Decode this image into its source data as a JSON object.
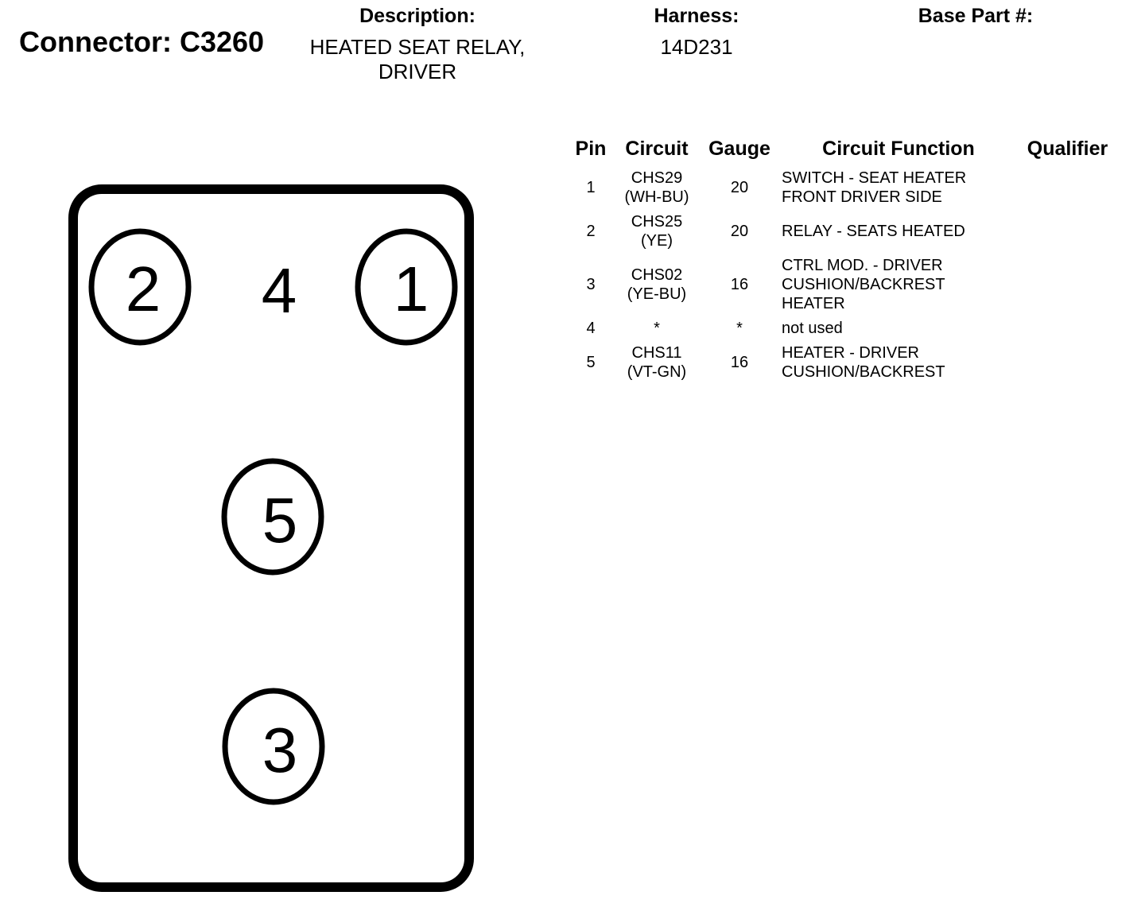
{
  "header": {
    "connector_title": "Connector: C3260",
    "description_label": "Description:",
    "description_lines": [
      "HEATED SEAT RELAY,",
      "DRIVER"
    ],
    "harness_label": "Harness:",
    "harness_value": "14D231",
    "base_part_label": "Base Part #:"
  },
  "table": {
    "headers": {
      "pin": "Pin",
      "circuit": "Circuit",
      "gauge": "Gauge",
      "function": "Circuit Function",
      "qualifier": "Qualifier"
    },
    "rows": [
      {
        "pin": "1",
        "circuit": [
          "CHS29",
          "(WH-BU)"
        ],
        "gauge": "20",
        "function": [
          "SWITCH - SEAT HEATER",
          "FRONT DRIVER SIDE"
        ]
      },
      {
        "pin": "2",
        "circuit": [
          "CHS25",
          "(YE)"
        ],
        "gauge": "20",
        "function": [
          "RELAY - SEATS HEATED"
        ]
      },
      {
        "pin": "3",
        "circuit": [
          "CHS02",
          "(YE-BU)"
        ],
        "gauge": "16",
        "function": [
          "CTRL MOD. - DRIVER",
          "CUSHION/BACKREST",
          "HEATER"
        ]
      },
      {
        "pin": "4",
        "circuit": [
          "*"
        ],
        "gauge": "*",
        "function": [
          "not used"
        ]
      },
      {
        "pin": "5",
        "circuit": [
          "CHS11",
          "(VT-GN)"
        ],
        "gauge": "16",
        "function": [
          "HEATER - DRIVER",
          "CUSHION/BACKREST"
        ]
      }
    ]
  },
  "diagram": {
    "pins": [
      {
        "label": "2",
        "circled": true
      },
      {
        "label": "4",
        "circled": false
      },
      {
        "label": "1",
        "circled": true
      },
      {
        "label": "5",
        "circled": true
      },
      {
        "label": "3",
        "circled": true
      }
    ]
  }
}
